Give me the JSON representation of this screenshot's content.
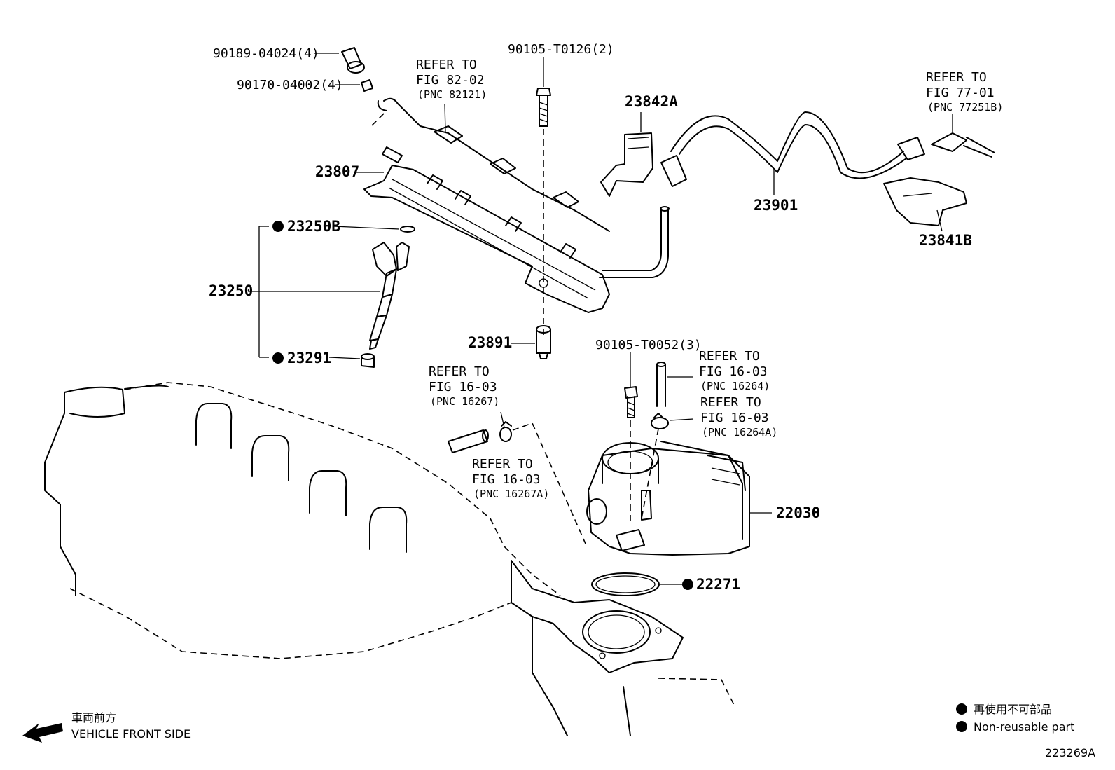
{
  "labels": {
    "p90189": "90189-04024(4)",
    "p90170": "90170-04002(4)",
    "ref82_1": "REFER TO",
    "ref82_2": "FIG 82-02",
    "ref82_3": "(PNC 82121)",
    "p90105a": "90105-T0126(2)",
    "p23842a": "23842A",
    "ref77_1": "REFER TO",
    "ref77_2": "FIG 77-01",
    "ref77_3": "(PNC 77251B)",
    "p23807": "23807",
    "p23901": "23901",
    "p23841b": "23841B",
    "p23250b": "23250B",
    "p23250": "23250",
    "p23291": "23291",
    "p23891": "23891",
    "p90105b": "90105-T0052(3)",
    "ref16264_1": "REFER TO",
    "ref16264_2": "FIG 16-03",
    "ref16264_3": "(PNC 16264)",
    "ref16264a_1": "REFER TO",
    "ref16264a_2": "FIG 16-03",
    "ref16264a_3": "(PNC 16264A)",
    "ref16267_1": "REFER TO",
    "ref16267_2": "FIG 16-03",
    "ref16267_3": "(PNC 16267)",
    "ref16267a_1": "REFER TO",
    "ref16267a_2": "FIG 16-03",
    "ref16267a_3": "(PNC 16267A)",
    "p22030": "22030",
    "p22271": "22271"
  },
  "direction": {
    "line1": "車両前方",
    "line2": "VEHICLE FRONT SIDE"
  },
  "legend": {
    "jp": "再使用不可部品",
    "en": "Non-reusable part"
  },
  "figure_id": "223269A"
}
